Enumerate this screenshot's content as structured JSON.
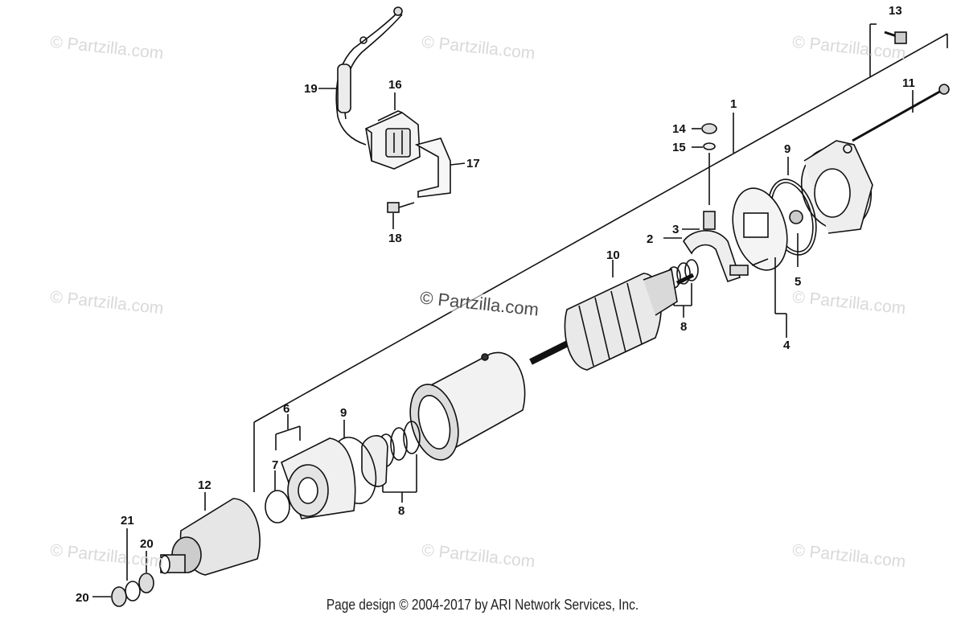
{
  "watermark_text": "© Partzilla.com",
  "center_watermark": "© Partzilla.com",
  "footer_text": "Page design © 2004-2017 by ARI Network Services, Inc.",
  "callouts": {
    "c1": "1",
    "c2": "2",
    "c3": "3",
    "c4": "4",
    "c5": "5",
    "c6": "6",
    "c7": "7",
    "c8a": "8",
    "c8b": "8",
    "c9a": "9",
    "c9b": "9",
    "c10": "10",
    "c11": "11",
    "c12": "12",
    "c13": "13",
    "c14": "14",
    "c15": "15",
    "c16": "16",
    "c17": "17",
    "c18": "18",
    "c19": "19",
    "c20a": "20",
    "c20b": "20",
    "c21": "21"
  }
}
